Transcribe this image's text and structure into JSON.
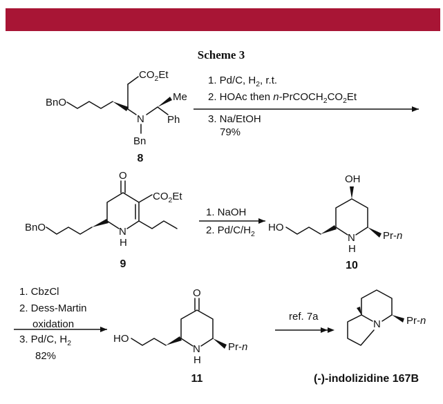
{
  "header": {
    "bar_color": "#a81535"
  },
  "scheme": {
    "title": "Scheme 3"
  },
  "compounds": {
    "c8": {
      "label": "8"
    },
    "c9": {
      "label": "9"
    },
    "c10": {
      "label": "10"
    },
    "c11": {
      "label": "11"
    },
    "product": {
      "label": "(-)-indolizidine 167B"
    }
  },
  "atoms": {
    "bno": "BnO",
    "co2et": "CO",
    "co2et_sub": "2",
    "co2et_tail": "Et",
    "n": "N",
    "nh": "N",
    "h": "H",
    "bn": "Bn",
    "me": "Me",
    "ph": "Ph",
    "oh": "OH",
    "o": "O",
    "ho": "HO",
    "prn": "Pr-",
    "prn_italic": "n"
  },
  "steps": {
    "step1": {
      "line1": "1. Pd/C, H",
      "line1_sub": "2",
      "line1_tail": ", r.t.",
      "line2": "2. HOAc then ",
      "line2_italic": "n",
      "line2_tail": "-PrCOCH",
      "line2_sub": "2",
      "line2_tail2": "CO",
      "line2_sub2": "2",
      "line2_tail3": "Et",
      "line3": "3. Na/EtOH",
      "yield": "79%"
    },
    "step2": {
      "line1": "1. NaOH",
      "line2": "2. Pd/C/H",
      "line2_sub": "2"
    },
    "step3": {
      "line1": "1. CbzCl",
      "line2": "2. Dess-Martin",
      "line2b": "oxidation",
      "line3": "3. Pd/C, H",
      "line3_sub": "2",
      "yield": "82%"
    },
    "step4": {
      "line1": "ref. 7a"
    }
  }
}
